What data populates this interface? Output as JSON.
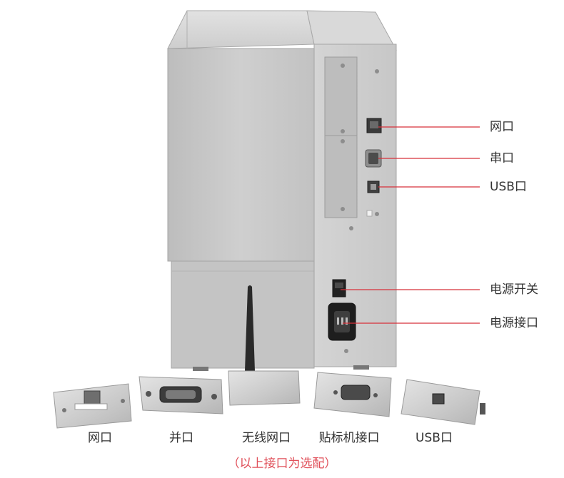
{
  "callouts": [
    {
      "id": "network-port",
      "label": "网口"
    },
    {
      "id": "serial-port",
      "label": "串口"
    },
    {
      "id": "usb-port",
      "label": "USB口"
    },
    {
      "id": "power-switch",
      "label": "电源开关"
    },
    {
      "id": "power-socket",
      "label": "电源接口"
    }
  ],
  "modules": [
    {
      "id": "network",
      "label": "网口"
    },
    {
      "id": "parallel",
      "label": "并口"
    },
    {
      "id": "wireless",
      "label": "无线网口"
    },
    {
      "id": "applicator",
      "label": "贴标机接口"
    },
    {
      "id": "usb",
      "label": "USB口"
    }
  ],
  "note": "（以上接口为选配）",
  "colors": {
    "callout_line": "#d8303a",
    "note_text": "#e0505a",
    "body_metal": "#c9c9c9",
    "panel_metal": "#d6d6d6"
  }
}
